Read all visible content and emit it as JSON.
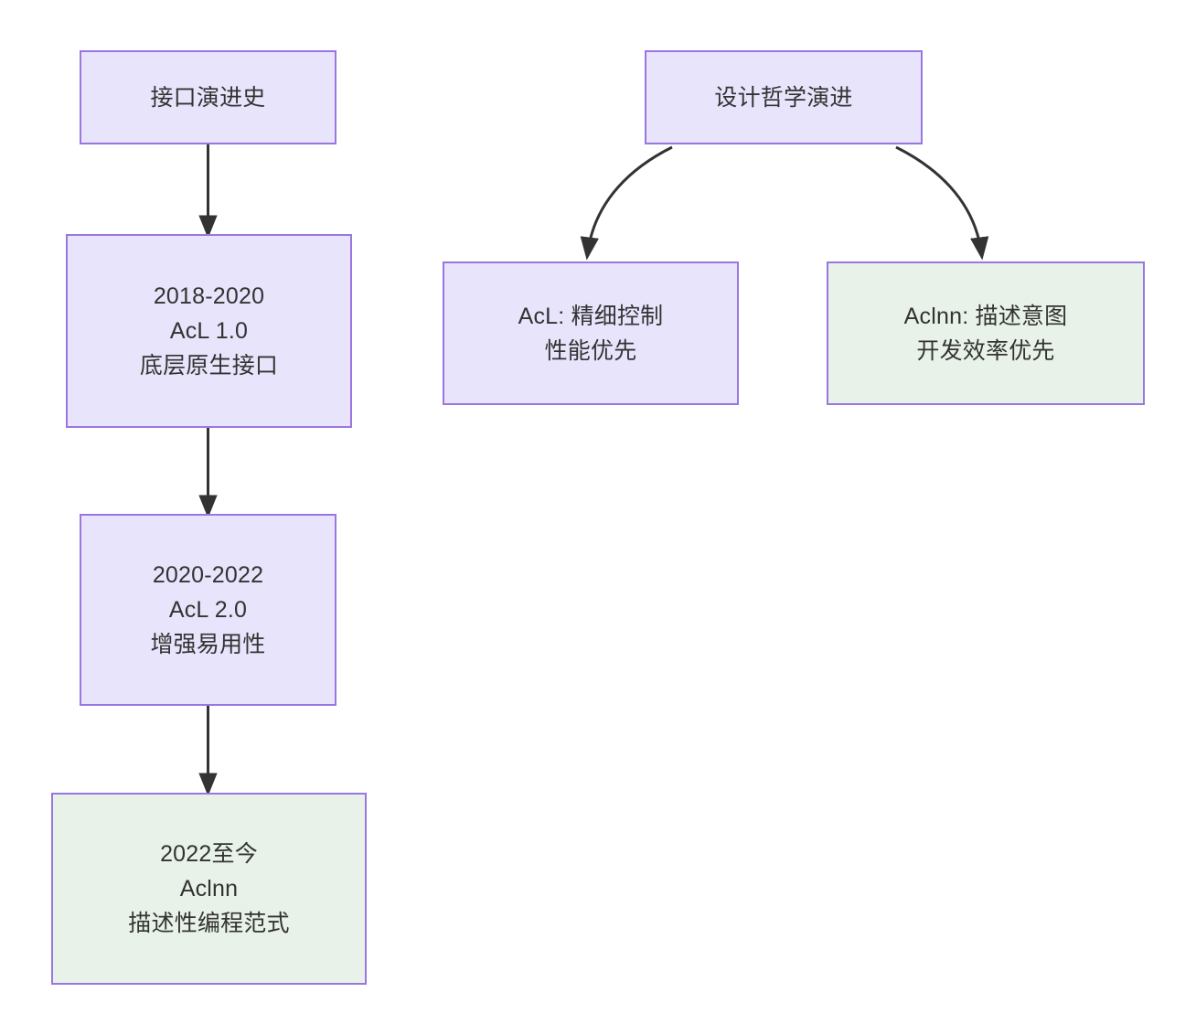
{
  "diagram": {
    "type": "flowchart",
    "title_left": "接口演进史",
    "title_right": "设计哲学演进",
    "background_color": "#ffffff",
    "node_fill_purple": "#e8e4fb",
    "node_fill_green": "#e8f2e8",
    "node_border_color": "#9a77e0",
    "edge_color": "#333333",
    "text_color": "#333333"
  },
  "left_flow": {
    "root": {
      "label": "接口演进史"
    },
    "nodes": [
      {
        "id": "acl1",
        "lines": [
          "2018-2020",
          "AcL 1.0",
          "底层原生接口"
        ],
        "fill": "purple"
      },
      {
        "id": "acl2",
        "lines": [
          "2020-2022",
          "AcL 2.0",
          "增强易用性"
        ],
        "fill": "purple"
      },
      {
        "id": "aclnn",
        "lines": [
          "2022至今",
          "Aclnn",
          "描述性编程范式"
        ],
        "fill": "green"
      }
    ],
    "edges": [
      {
        "from": "接口演进史",
        "to": "2018-2020 AcL 1.0 底层原生接口",
        "style": "straight-down-arrow"
      },
      {
        "from": "2018-2020 AcL 1.0 底层原生接口",
        "to": "2020-2022 AcL 2.0 增强易用性",
        "style": "straight-down-arrow"
      },
      {
        "from": "2020-2022 AcL 2.0 增强易用性",
        "to": "2022至今 Aclnn 描述性编程范式",
        "style": "straight-down-arrow"
      }
    ]
  },
  "right_flow": {
    "root": {
      "label": "设计哲学演进"
    },
    "nodes": [
      {
        "id": "acl-philosophy",
        "lines": [
          "AcL: 精细控制",
          "性能优先"
        ],
        "fill": "purple"
      },
      {
        "id": "aclnn-philosophy",
        "lines": [
          "Aclnn: 描述意图",
          "开发效率优先"
        ],
        "fill": "green"
      }
    ],
    "edges": [
      {
        "from": "设计哲学演进",
        "to": "AcL: 精细控制 性能优先",
        "style": "curved-down-arrow"
      },
      {
        "from": "设计哲学演进",
        "to": "Aclnn: 描述意图 开发效率优先",
        "style": "curved-down-arrow"
      }
    ]
  }
}
